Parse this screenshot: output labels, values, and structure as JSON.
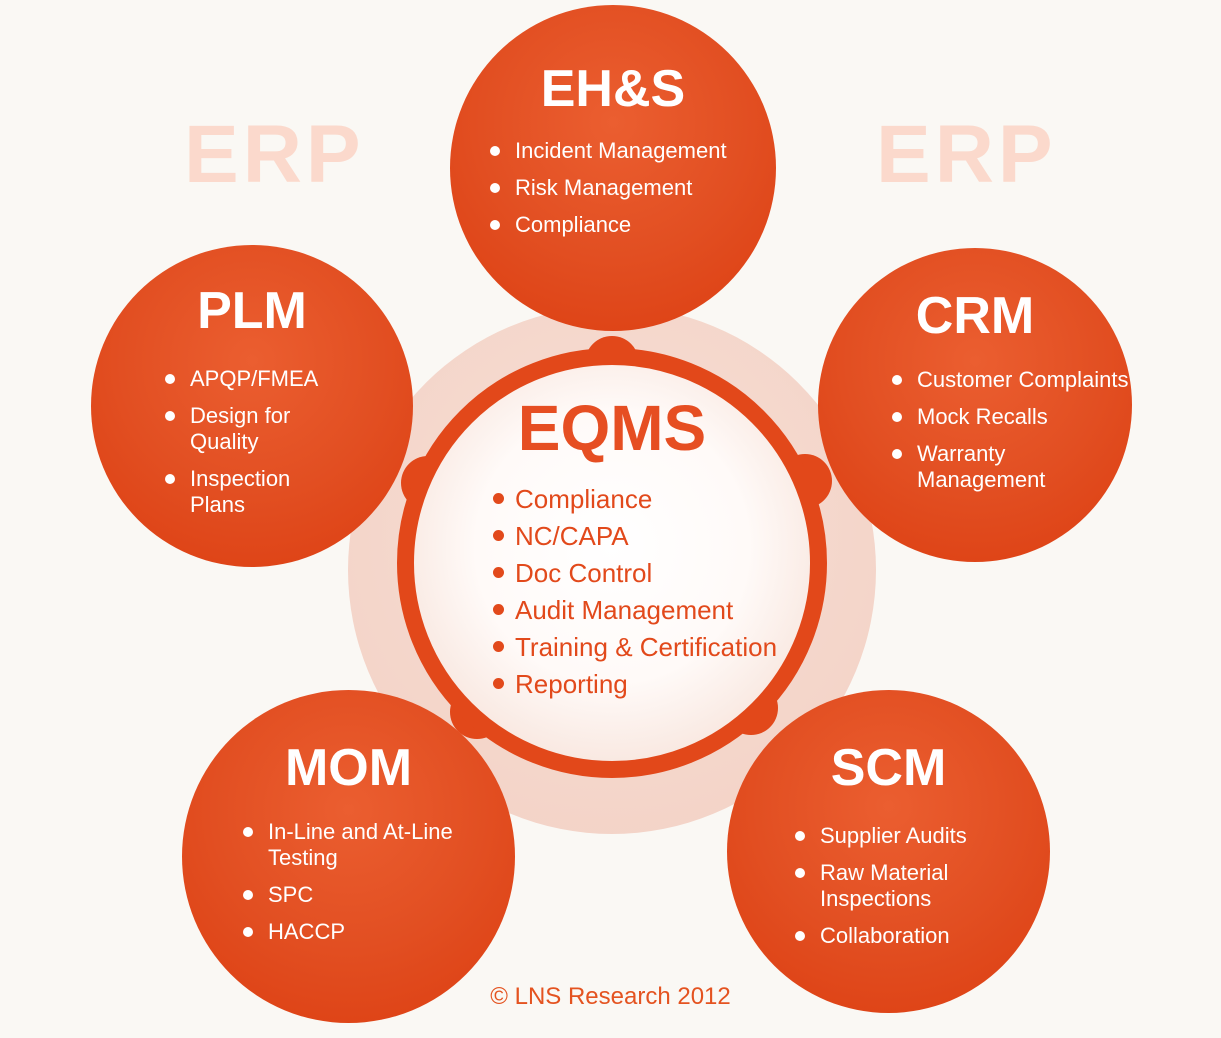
{
  "page": {
    "background": "#faf8f4"
  },
  "watermarks": {
    "left": "ERP",
    "right": "ERP",
    "color": "#fbd9cc"
  },
  "colors": {
    "bubble_orange_light": "#eb5e30",
    "bubble_orange_dark": "#dc3d10",
    "ring_orange": "#e2481a",
    "halo_pink": "#f6d8cc",
    "center_text_orange": "#e2491b",
    "bullet_white": "#ffffff"
  },
  "center_bubble": {
    "title": "EQMS",
    "items": [
      "Compliance",
      "NC/CAPA",
      "Doc Control",
      "Audit Management",
      "Training & Certification",
      "Reporting"
    ]
  },
  "bubbles": [
    {
      "id": "ehs",
      "title": "EH&S",
      "items": [
        "Incident Management",
        "Risk Management",
        "Compliance"
      ]
    },
    {
      "id": "plm",
      "title": "PLM",
      "items": [
        "APQP/FMEA",
        "Design for\nQuality",
        "Inspection\nPlans"
      ]
    },
    {
      "id": "crm",
      "title": "CRM",
      "items": [
        "Customer Complaints",
        "Mock Recalls",
        "Warranty\nManagement"
      ]
    },
    {
      "id": "mom",
      "title": "MOM",
      "items": [
        "In-Line and At-Line\nTesting",
        "SPC",
        "HACCP"
      ]
    },
    {
      "id": "scm",
      "title": "SCM",
      "items": [
        "Supplier Audits",
        "Raw Material\nInspections",
        "Collaboration"
      ]
    }
  ],
  "footer": {
    "copyright": "© LNS Research 2012"
  }
}
